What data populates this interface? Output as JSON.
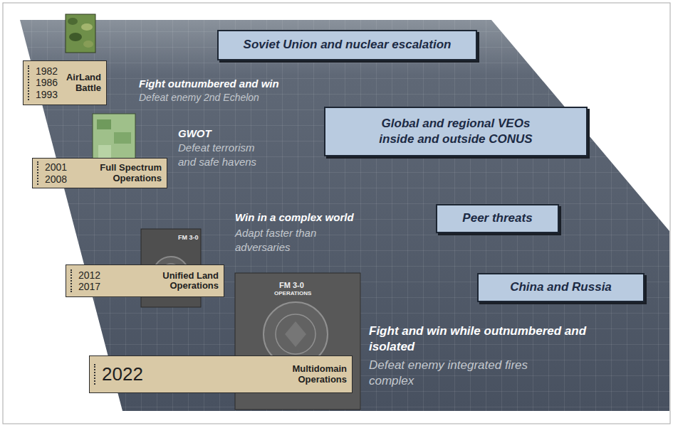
{
  "diagram": {
    "nodes": [
      {
        "text": [
          "Soviet Union and nuclear escalation"
        ]
      },
      {
        "text": [
          "1982 1986 1993",
          "AirLand Battle"
        ]
      },
      {
        "text": [
          "Global and regional VEOs inside and outside CONUS"
        ]
      },
      {
        "text": [
          "2001 2008",
          "Full Spectrum Operations"
        ]
      },
      {
        "text": [
          "Peer threats"
        ]
      },
      {
        "text": [
          "2012 2017",
          "Unified Land Operations"
        ]
      },
      {
        "text": [
          "China and Russia"
        ]
      },
      {
        "text": [
          "2022",
          "Multidomain Operations"
        ]
      }
    ],
    "labels": [
      "Fight outnumbered and win",
      "Defeat enemy 2nd Echelon",
      "GWOT",
      "Defeat terrorism and safe havens",
      "Win in a complex world",
      "Adapt faster than adversaries",
      "FM 3-0",
      "Fight and win while outnumbered and isolated",
      "Defeat enemy integrated fires complex",
      "FM 3-0",
      "OPERATIONS"
    ]
  }
}
